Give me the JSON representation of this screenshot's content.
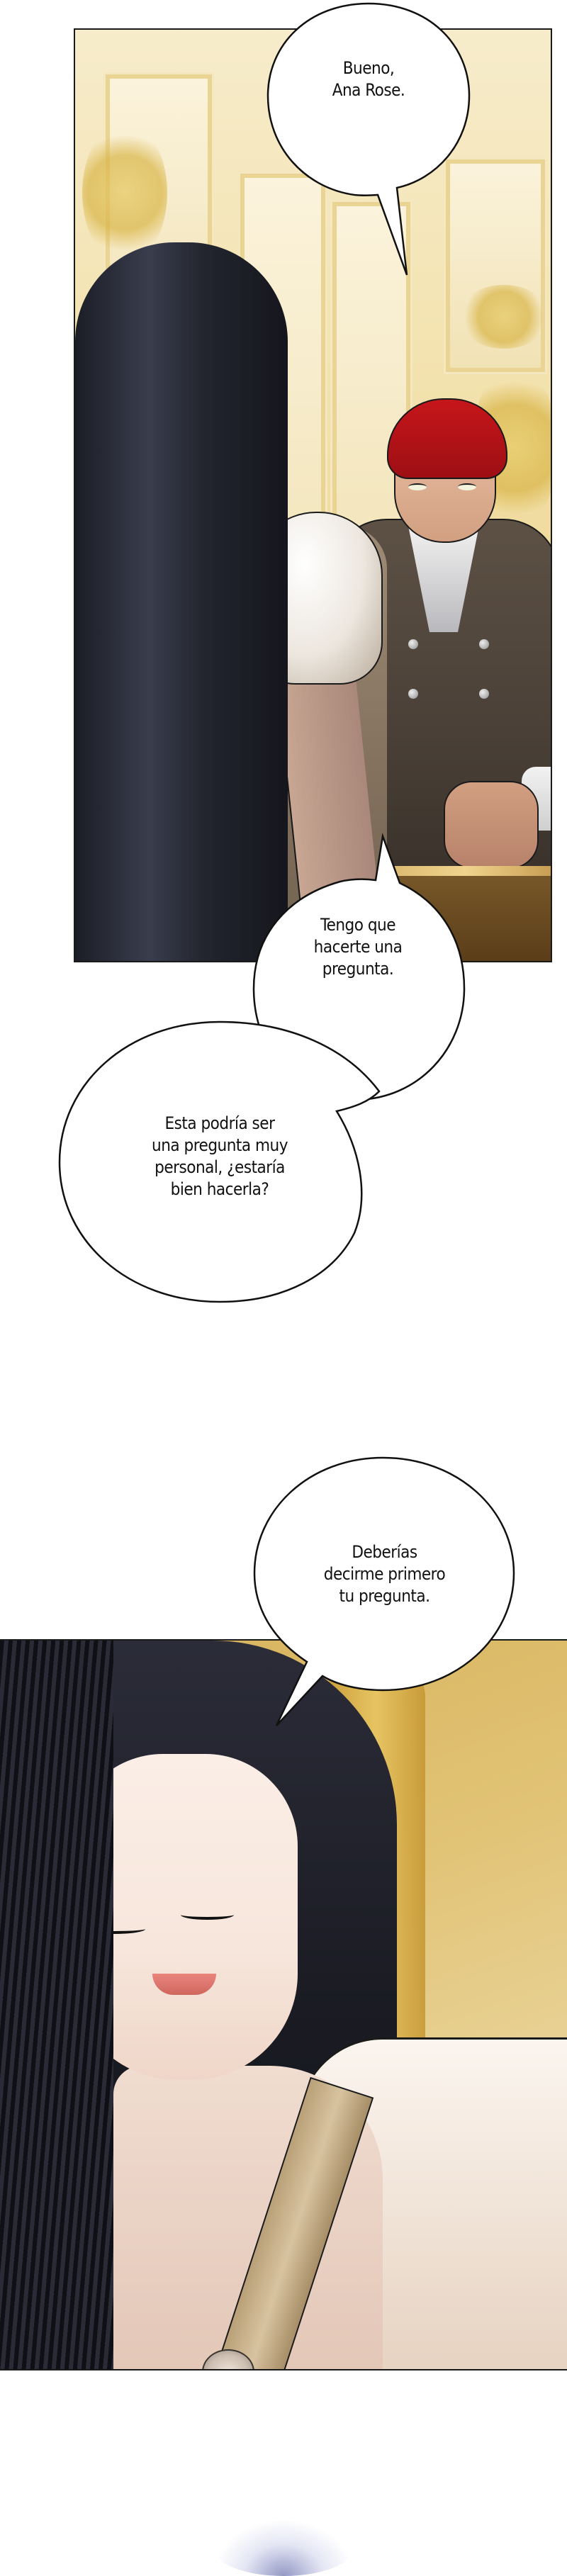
{
  "page": {
    "type": "webtoon-strip",
    "background": "#ffffff"
  },
  "panels": [
    {
      "id": "panel-1",
      "scene": "palace-room-conversation",
      "characters": [
        "black-haired-woman-back-view",
        "red-haired-man-seated"
      ],
      "palette": {
        "wall": "#f3e3b0",
        "gold": "#d8b445",
        "man_hair": "#c6161a",
        "woman_hair": "#1b1d26"
      }
    },
    {
      "id": "panel-2",
      "scene": "woman-closeup-eyes-closed-smiling",
      "characters": [
        "black-haired-woman"
      ],
      "palette": {
        "background": "#e2c477",
        "skin": "#f7e6dc",
        "dress": "#b9a078",
        "lips": "#e9857c"
      }
    }
  ],
  "dialogue": {
    "bubble1": {
      "speaker": "man",
      "text": "Bueno,\nAna Rose."
    },
    "bubble2": {
      "speaker": "woman",
      "text": "Tengo que\nhacerte una\npregunta."
    },
    "bubble3": {
      "speaker": "woman",
      "text": "Esta podría ser\nuna pregunta muy\npersonal, ¿estaría\nbien hacerla?"
    },
    "bubble4": {
      "speaker": "woman",
      "text": "Deberías\ndecirme primero\ntu pregunta."
    }
  }
}
